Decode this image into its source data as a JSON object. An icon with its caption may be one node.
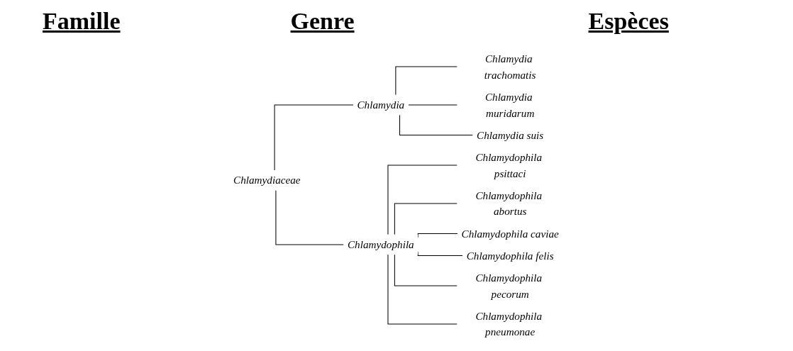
{
  "diagram": {
    "nodes": [
      {
        "text": [
          "Chlamydiaceae"
        ]
      },
      {
        "text": [
          "Chlamydia"
        ]
      },
      {
        "text": [
          "Chlamydophila"
        ]
      },
      {
        "text": [
          "Chlamydia trachomatis"
        ]
      },
      {
        "text": [
          "Chlamydia muridarum"
        ]
      },
      {
        "text": [
          "Chlamydia suis"
        ]
      },
      {
        "text": [
          "Chlamydophila psittaci"
        ]
      },
      {
        "text": [
          "Chlamydophila abortus"
        ]
      },
      {
        "text": [
          "Chlamydophila caviae"
        ]
      },
      {
        "text": [
          "Chlamydophila felis"
        ]
      },
      {
        "text": [
          "Chlamydophila pecorum"
        ]
      },
      {
        "text": [
          "Chlamydophila pneumonae"
        ]
      }
    ],
    "edges": [
      {
        "from": 0,
        "to": 1,
        "arrow": "none"
      },
      {
        "from": 0,
        "to": 2,
        "arrow": "none"
      },
      {
        "from": 1,
        "to": 3,
        "arrow": "none"
      },
      {
        "from": 1,
        "to": 4,
        "arrow": "none"
      },
      {
        "from": 1,
        "to": 5,
        "arrow": "none"
      },
      {
        "from": 2,
        "to": 6,
        "arrow": "none"
      },
      {
        "from": 2,
        "to": 7,
        "arrow": "none"
      },
      {
        "from": 2,
        "to": 8,
        "arrow": "none"
      },
      {
        "from": 2,
        "to": 9,
        "arrow": "none"
      },
      {
        "from": 2,
        "to": 10,
        "arrow": "none"
      },
      {
        "from": 2,
        "to": 11,
        "arrow": "none"
      }
    ],
    "labels": [
      "Famille",
      "Genre",
      "Espèces"
    ]
  }
}
